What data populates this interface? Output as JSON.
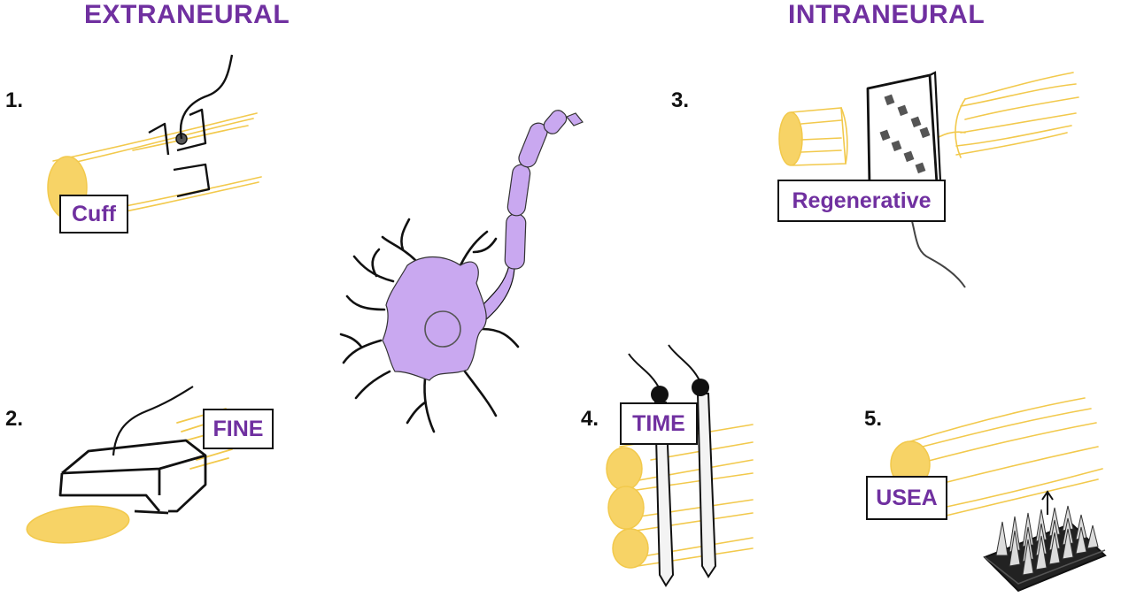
{
  "headings": {
    "extraneural": "EXTRANEURAL",
    "intraneural": "INTRANEURAL"
  },
  "electrodes": [
    {
      "number": "1.",
      "label": "Cuff"
    },
    {
      "number": "2.",
      "label": "FINE"
    },
    {
      "number": "3.",
      "label": "Regenerative"
    },
    {
      "number": "4.",
      "label": "TIME"
    },
    {
      "number": "5.",
      "label": "USEA"
    }
  ],
  "colors": {
    "heading_purple": "#7030a0",
    "nerve_yellow": "#f5cf5a",
    "neuron_lilac": "#c9a8f0",
    "ink": "#111111"
  }
}
